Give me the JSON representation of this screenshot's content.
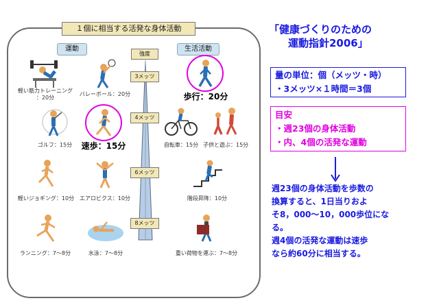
{
  "panel": {
    "title": "１個に相当する活発な身体活動",
    "exercise_label": "運動",
    "lifestyle_label": "生活活動",
    "intensity_label": "強度",
    "mets": [
      "3メッツ",
      "4メッツ",
      "6メッツ",
      "8メッツ"
    ]
  },
  "activities": {
    "weight_training": "軽い筋力トレーニング\n：20分",
    "volleyball": "バレーボール：20分",
    "walking": "歩行：20分",
    "golf": "ゴルフ：15分",
    "brisk_walking": "速歩：15分",
    "cycling": "自転車：15分",
    "playing_with_kids": "子供と遊ぶ：15分",
    "light_jogging": "軽いジョギング：10分",
    "aerobics": "エアロビクス：10分",
    "stair_climbing": "階段昇降：10分",
    "running": "ランニング：7～8分",
    "swimming": "水泳：7～8分",
    "carrying_loads": "重い荷物を運ぶ：7～8分"
  },
  "right": {
    "title_line1": "「健康づくりのための",
    "title_line2": "運動指針2006」",
    "unit_line1": "量の単位：個（メッツ・時）",
    "unit_line2": "・3メッツ×１時間＝3個",
    "goal_heading": "目安",
    "goal_line1": "・週23個の身体活動",
    "goal_line2": "・内、4個の活発な運動",
    "explain_lines": [
      "週23個の身体活動を歩数の",
      "換算すると、1日当りおよ",
      "そ8，000～10，000歩位にな",
      "る。",
      "週4個の活発な運動は速歩",
      "なら約60分に相当する。"
    ]
  },
  "colors": {
    "blue_text": "#1a1ae0",
    "magenta": "#e000e0",
    "label_fill": "#f2e7b7",
    "category_fill": "#cfe3f3"
  }
}
